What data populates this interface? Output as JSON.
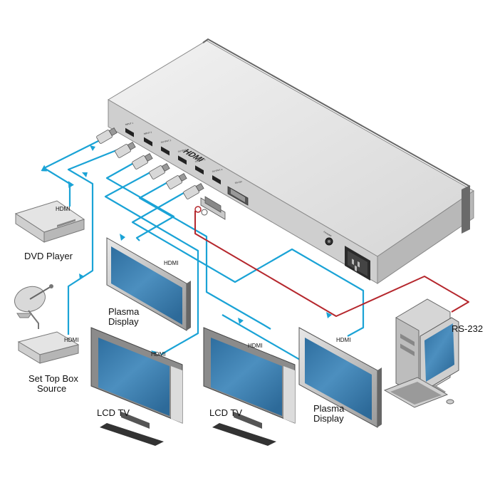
{
  "devices": {
    "dvd_player": "DVD Player",
    "plasma_display_left_line1": "Plasma",
    "plasma_display_left_line2": "Display",
    "set_top_box_line1": "Set Top Box",
    "set_top_box_line2": "Source",
    "lcd_tv_left": "LCD TV",
    "lcd_tv_center": "LCD TV",
    "plasma_display_right_line1": "Plasma",
    "plasma_display_right_line2": "Display",
    "pc_link": "RS-232"
  },
  "cable_labels": {
    "dvd_hdmi": "HDMI",
    "stb_hdmi": "HDMI",
    "plasma_left_hdmi": "HDMI",
    "lcd_left_hdmi": "HDMI",
    "lcd_center_hdmi": "HDMI",
    "plasma_right_hdmi": "HDMI"
  },
  "rear_panel": {
    "logo": "HDMI",
    "port_labels": [
      "INPUT 1",
      "INPUT 2",
      "OUTPUT 1",
      "OUTPUT 2",
      "OUTPUT 3",
      "OUTPUT 4",
      "RS-232"
    ],
    "firmware_label": "Firmware"
  },
  "colors": {
    "hdmi_cable": "#1aa3d6",
    "rs232_cable": "#b5272d",
    "chassis_top": "#e6e6e6",
    "chassis_front": "#d2d2d2",
    "screen": "#3f7fb0"
  }
}
